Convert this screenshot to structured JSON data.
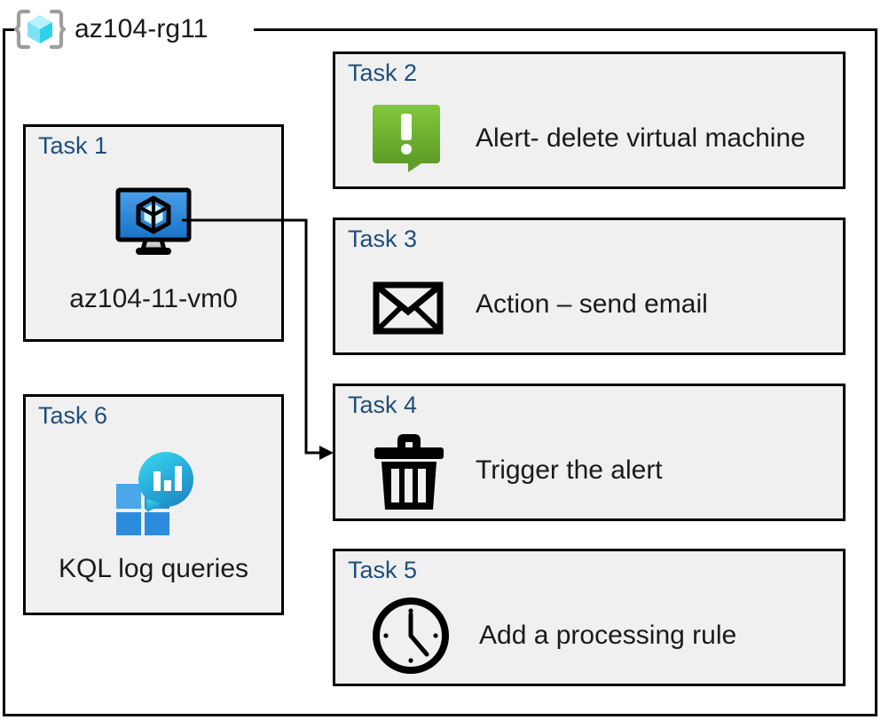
{
  "diagram": {
    "container": {
      "title": "az104-rg11",
      "icon": "azure-resource-group-icon",
      "border_color": "#000000",
      "background": "#ffffff"
    },
    "style": {
      "box_fill": "#f0f0f0",
      "box_border": "#000000",
      "task_label_color": "#1F4E79",
      "caption_color": "#1a1a1a"
    },
    "tasks": [
      {
        "id": "task-1",
        "label": "Task 1",
        "caption": "az104-11-vm0",
        "icon": "virtual-machine-icon",
        "column": "left"
      },
      {
        "id": "task-2",
        "label": "Task 2",
        "caption": "Alert- delete virtual machine",
        "icon": "alert-bubble-icon",
        "column": "right"
      },
      {
        "id": "task-3",
        "label": "Task 3",
        "caption": "Action – send email",
        "icon": "envelope-icon",
        "column": "right"
      },
      {
        "id": "task-4",
        "label": "Task 4",
        "caption": "Trigger the alert",
        "icon": "trash-can-icon",
        "column": "right"
      },
      {
        "id": "task-5",
        "label": "Task 5",
        "caption": "Add a processing rule",
        "icon": "clock-icon",
        "column": "right"
      },
      {
        "id": "task-6",
        "label": "Task 6",
        "caption": "KQL log queries",
        "icon": "log-analytics-icon",
        "column": "left"
      }
    ],
    "connectors": [
      {
        "id": "vm-to-trigger",
        "from": "task-1",
        "to": "task-4",
        "arrow": "end",
        "color": "#000000"
      }
    ]
  }
}
